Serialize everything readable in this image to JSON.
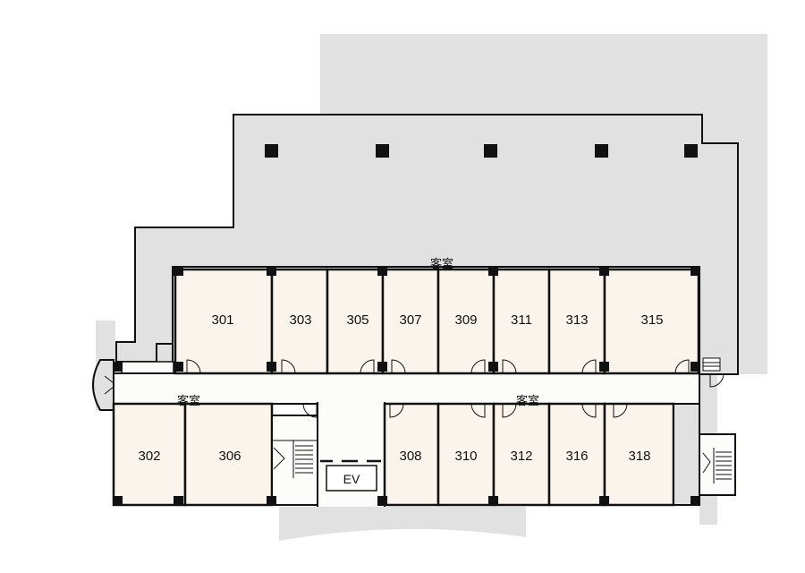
{
  "colors": {
    "background": "#ffffff",
    "outdoor_gray": "#e1e1e1",
    "room_fill": "#fbf4ec",
    "corridor_fill": "#fcfcfa",
    "wall": "#111111",
    "column": "#111111"
  },
  "labels": {
    "north_wing": "客室",
    "south_west_wing": "客室",
    "south_east_wing": "客室",
    "elevator": "EV"
  },
  "rooms_north": [
    "301",
    "303",
    "305",
    "307",
    "309",
    "311",
    "313",
    "315"
  ],
  "rooms_south": [
    "302",
    "306",
    "308",
    "310",
    "312",
    "316",
    "318"
  ],
  "icons": [
    "stairs-icon",
    "elevator-icon",
    "door-swing-icon",
    "column-icon"
  ]
}
